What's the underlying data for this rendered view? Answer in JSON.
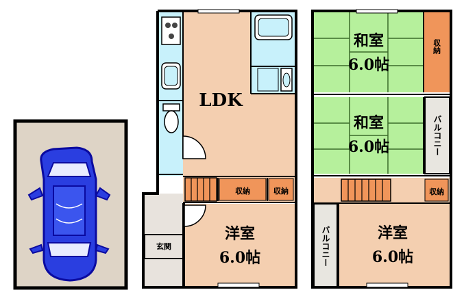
{
  "labels": {
    "ldk": "LDK",
    "washitsu": "和室",
    "size6": "6.0帖",
    "youshitsu": "洋室",
    "shuno": "収納",
    "genkan": "玄関",
    "balcony": "バルコニー"
  },
  "colors": {
    "wall": "#000000",
    "ldk_floor": "#f4cfb0",
    "tatami": "#b6f09c",
    "tatami_line": "#3a6a2a",
    "storage_wood": "#f0955a",
    "utility": "#c8f1fb",
    "parking": "#ded4c6",
    "entrance": "#e8e3dd",
    "balcony_floor": "#e8e6e0",
    "car_body": "#2a3ee0",
    "car_outline": "#0a0aa0"
  },
  "icons": {
    "car": "car-icon",
    "stove": "stove-icon",
    "sink": "sink-icon",
    "bathtub": "bathtub-icon",
    "toilet": "toilet-icon",
    "washbasin": "washbasin-icon",
    "stairs": "stairs-icon"
  }
}
